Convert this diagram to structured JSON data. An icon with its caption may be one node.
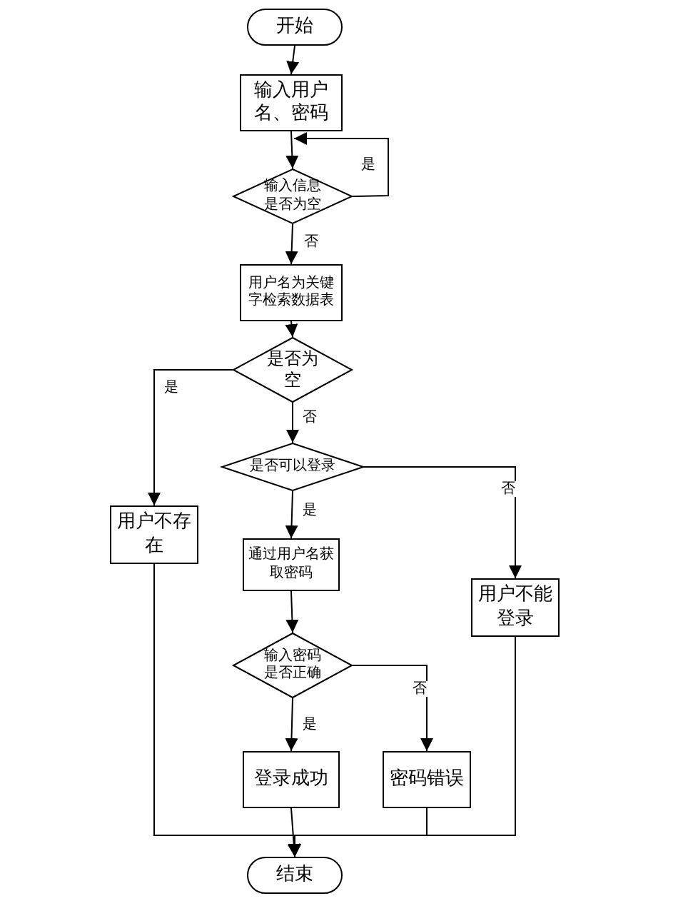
{
  "diagram": {
    "nodes": [
      {
        "text": [
          "开始"
        ]
      },
      {
        "text": [
          "输入用户名、密码"
        ]
      },
      {
        "text": [
          "输入信息是否为空"
        ]
      },
      {
        "text": [
          "用户名为关键字检索数据表"
        ]
      },
      {
        "text": [
          "是否为空"
        ]
      },
      {
        "text": [
          "是否可以登录"
        ]
      },
      {
        "text": [
          "用户不存在"
        ]
      },
      {
        "text": [
          "通过用户名获取密码"
        ]
      },
      {
        "text": [
          "用户不能登录"
        ]
      },
      {
        "text": [
          "输入密码是否正确"
        ]
      },
      {
        "text": [
          "登录成功"
        ]
      },
      {
        "text": [
          "密码错误"
        ]
      },
      {
        "text": [
          "结束"
        ]
      }
    ],
    "edges": [
      {
        "from": 0,
        "to": 1,
        "arrow": "to"
      },
      {
        "from": 1,
        "to": 2,
        "arrow": "to"
      },
      {
        "from": 2,
        "to": 1,
        "arrow": "to",
        "label": "是"
      },
      {
        "from": 2,
        "to": 3,
        "arrow": "to",
        "label": "否"
      },
      {
        "from": 3,
        "to": 4,
        "arrow": "to"
      },
      {
        "from": 4,
        "to": 6,
        "arrow": "to",
        "label": "是"
      },
      {
        "from": 4,
        "to": 5,
        "arrow": "to",
        "label": "否"
      },
      {
        "from": 5,
        "to": 7,
        "arrow": "to",
        "label": "是"
      },
      {
        "from": 5,
        "to": 8,
        "arrow": "to",
        "label": "否"
      },
      {
        "from": 7,
        "to": 9,
        "arrow": "to"
      },
      {
        "from": 9,
        "to": 10,
        "arrow": "to",
        "label": "是"
      },
      {
        "from": 9,
        "to": 11,
        "arrow": "to",
        "label": "否"
      },
      {
        "from": 6,
        "to": 12,
        "arrow": "to"
      },
      {
        "from": 8,
        "to": 12,
        "arrow": "to"
      },
      {
        "from": 10,
        "to": 12,
        "arrow": "to"
      },
      {
        "from": 11,
        "to": 12,
        "arrow": "to"
      }
    ]
  }
}
